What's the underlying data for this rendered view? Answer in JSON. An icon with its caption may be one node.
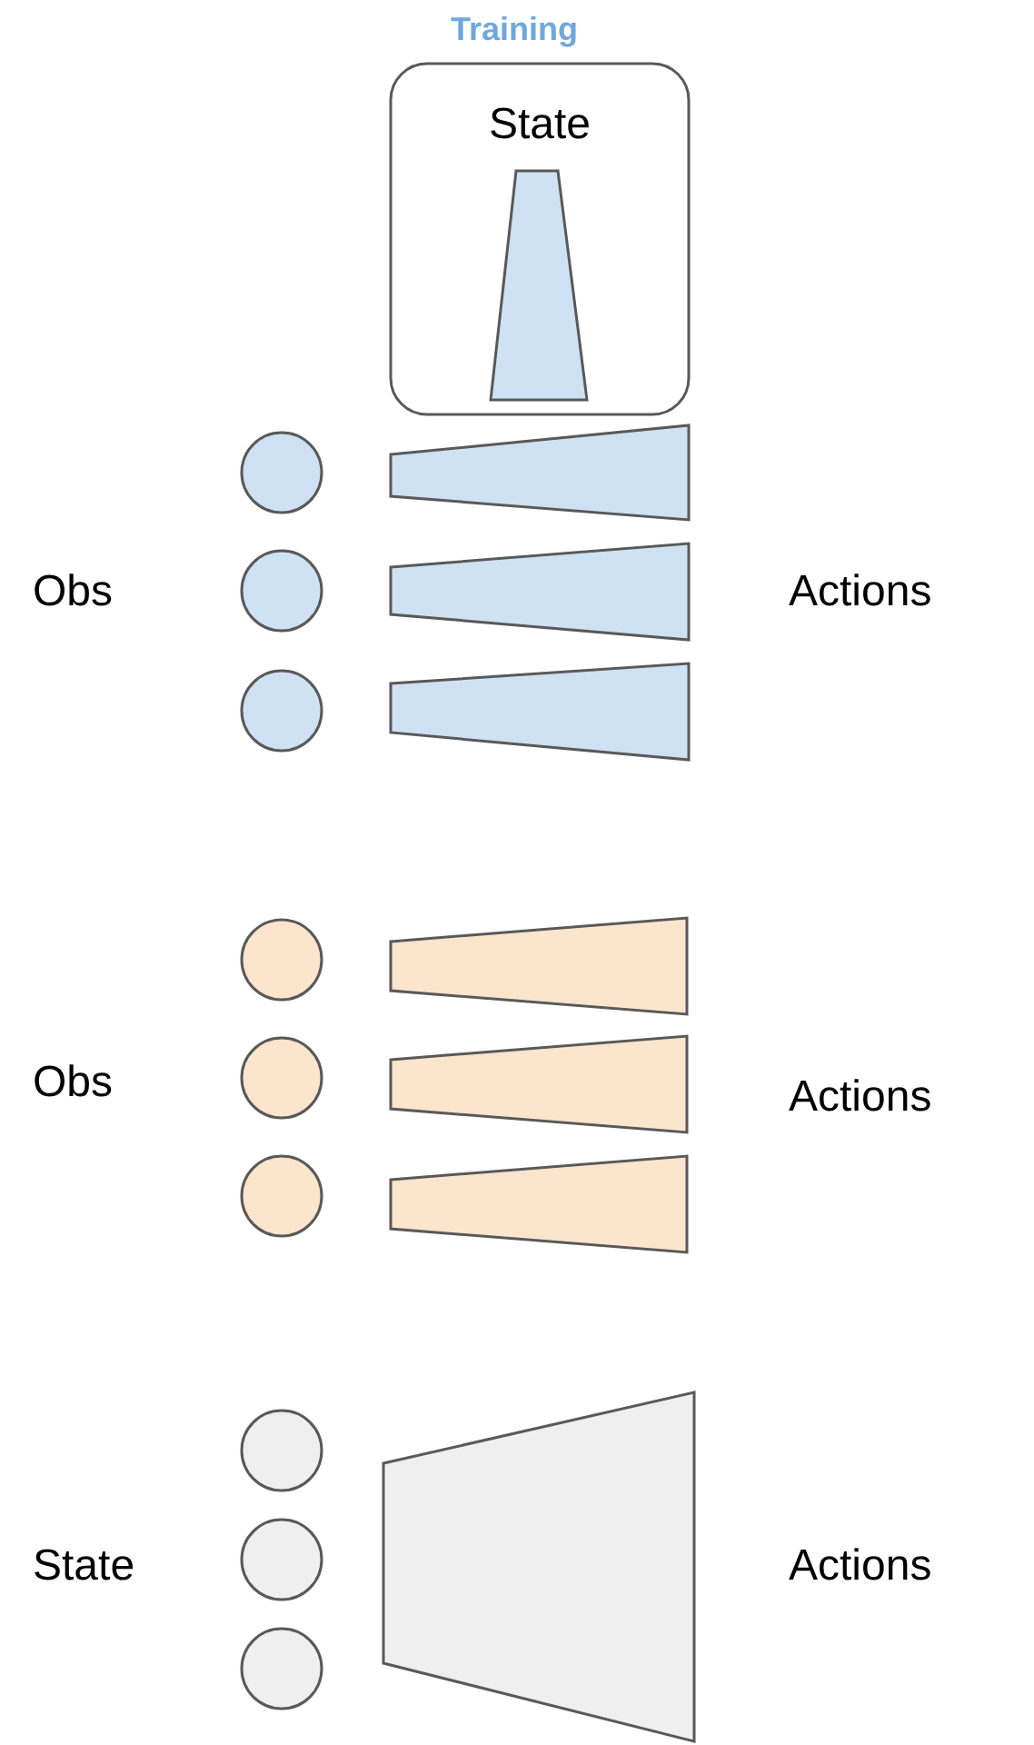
{
  "diagram": {
    "nodes": [
      {
        "text": [
          "State"
        ]
      },
      {
        "text": [],
        "shape": "trapezoid",
        "in": 0
      },
      {
        "text": [],
        "shape": "circle"
      },
      {
        "text": [],
        "shape": "trapezoid"
      },
      {
        "text": [],
        "shape": "circle"
      },
      {
        "text": [],
        "shape": "trapezoid"
      },
      {
        "text": [],
        "shape": "circle"
      },
      {
        "text": [],
        "shape": "trapezoid"
      },
      {
        "text": [],
        "shape": "circle"
      },
      {
        "text": [],
        "shape": "trapezoid"
      },
      {
        "text": [],
        "shape": "circle"
      },
      {
        "text": [],
        "shape": "trapezoid"
      },
      {
        "text": [],
        "shape": "circle"
      },
      {
        "text": [],
        "shape": "trapezoid"
      },
      {
        "text": [],
        "shape": "circle"
      },
      {
        "text": [],
        "shape": "circle"
      },
      {
        "text": [],
        "shape": "circle"
      },
      {
        "text": [],
        "shape": "trapezoid"
      }
    ],
    "labels": [
      "Training",
      "Obs",
      "Actions",
      "Obs",
      "Actions",
      "State",
      "Actions"
    ]
  }
}
